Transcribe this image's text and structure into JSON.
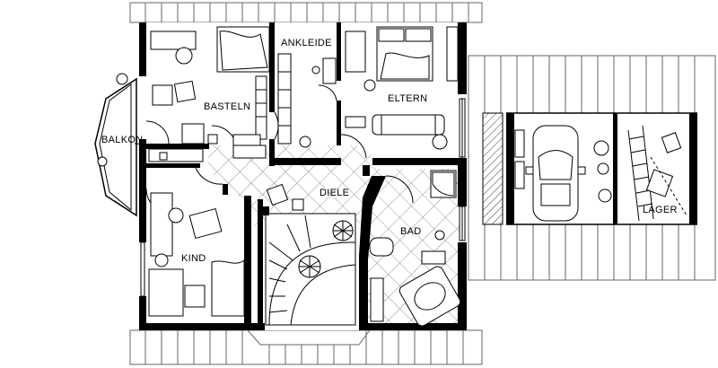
{
  "rooms": {
    "basteln": "BASTELN",
    "ankleide": "ANKLEIDE",
    "eltern": "ELTERN",
    "balkon": "BALKON",
    "diele": "DIELE",
    "kind": "KIND",
    "bad": "BAD",
    "lager": "LAGER"
  },
  "colors": {
    "walls": "#000000",
    "lines": "#555555",
    "background": "#ffffff"
  },
  "icons": [
    "car-icon",
    "ladder-icon",
    "plant-icon",
    "bathtub-icon",
    "bed-icon",
    "chair-icon"
  ]
}
